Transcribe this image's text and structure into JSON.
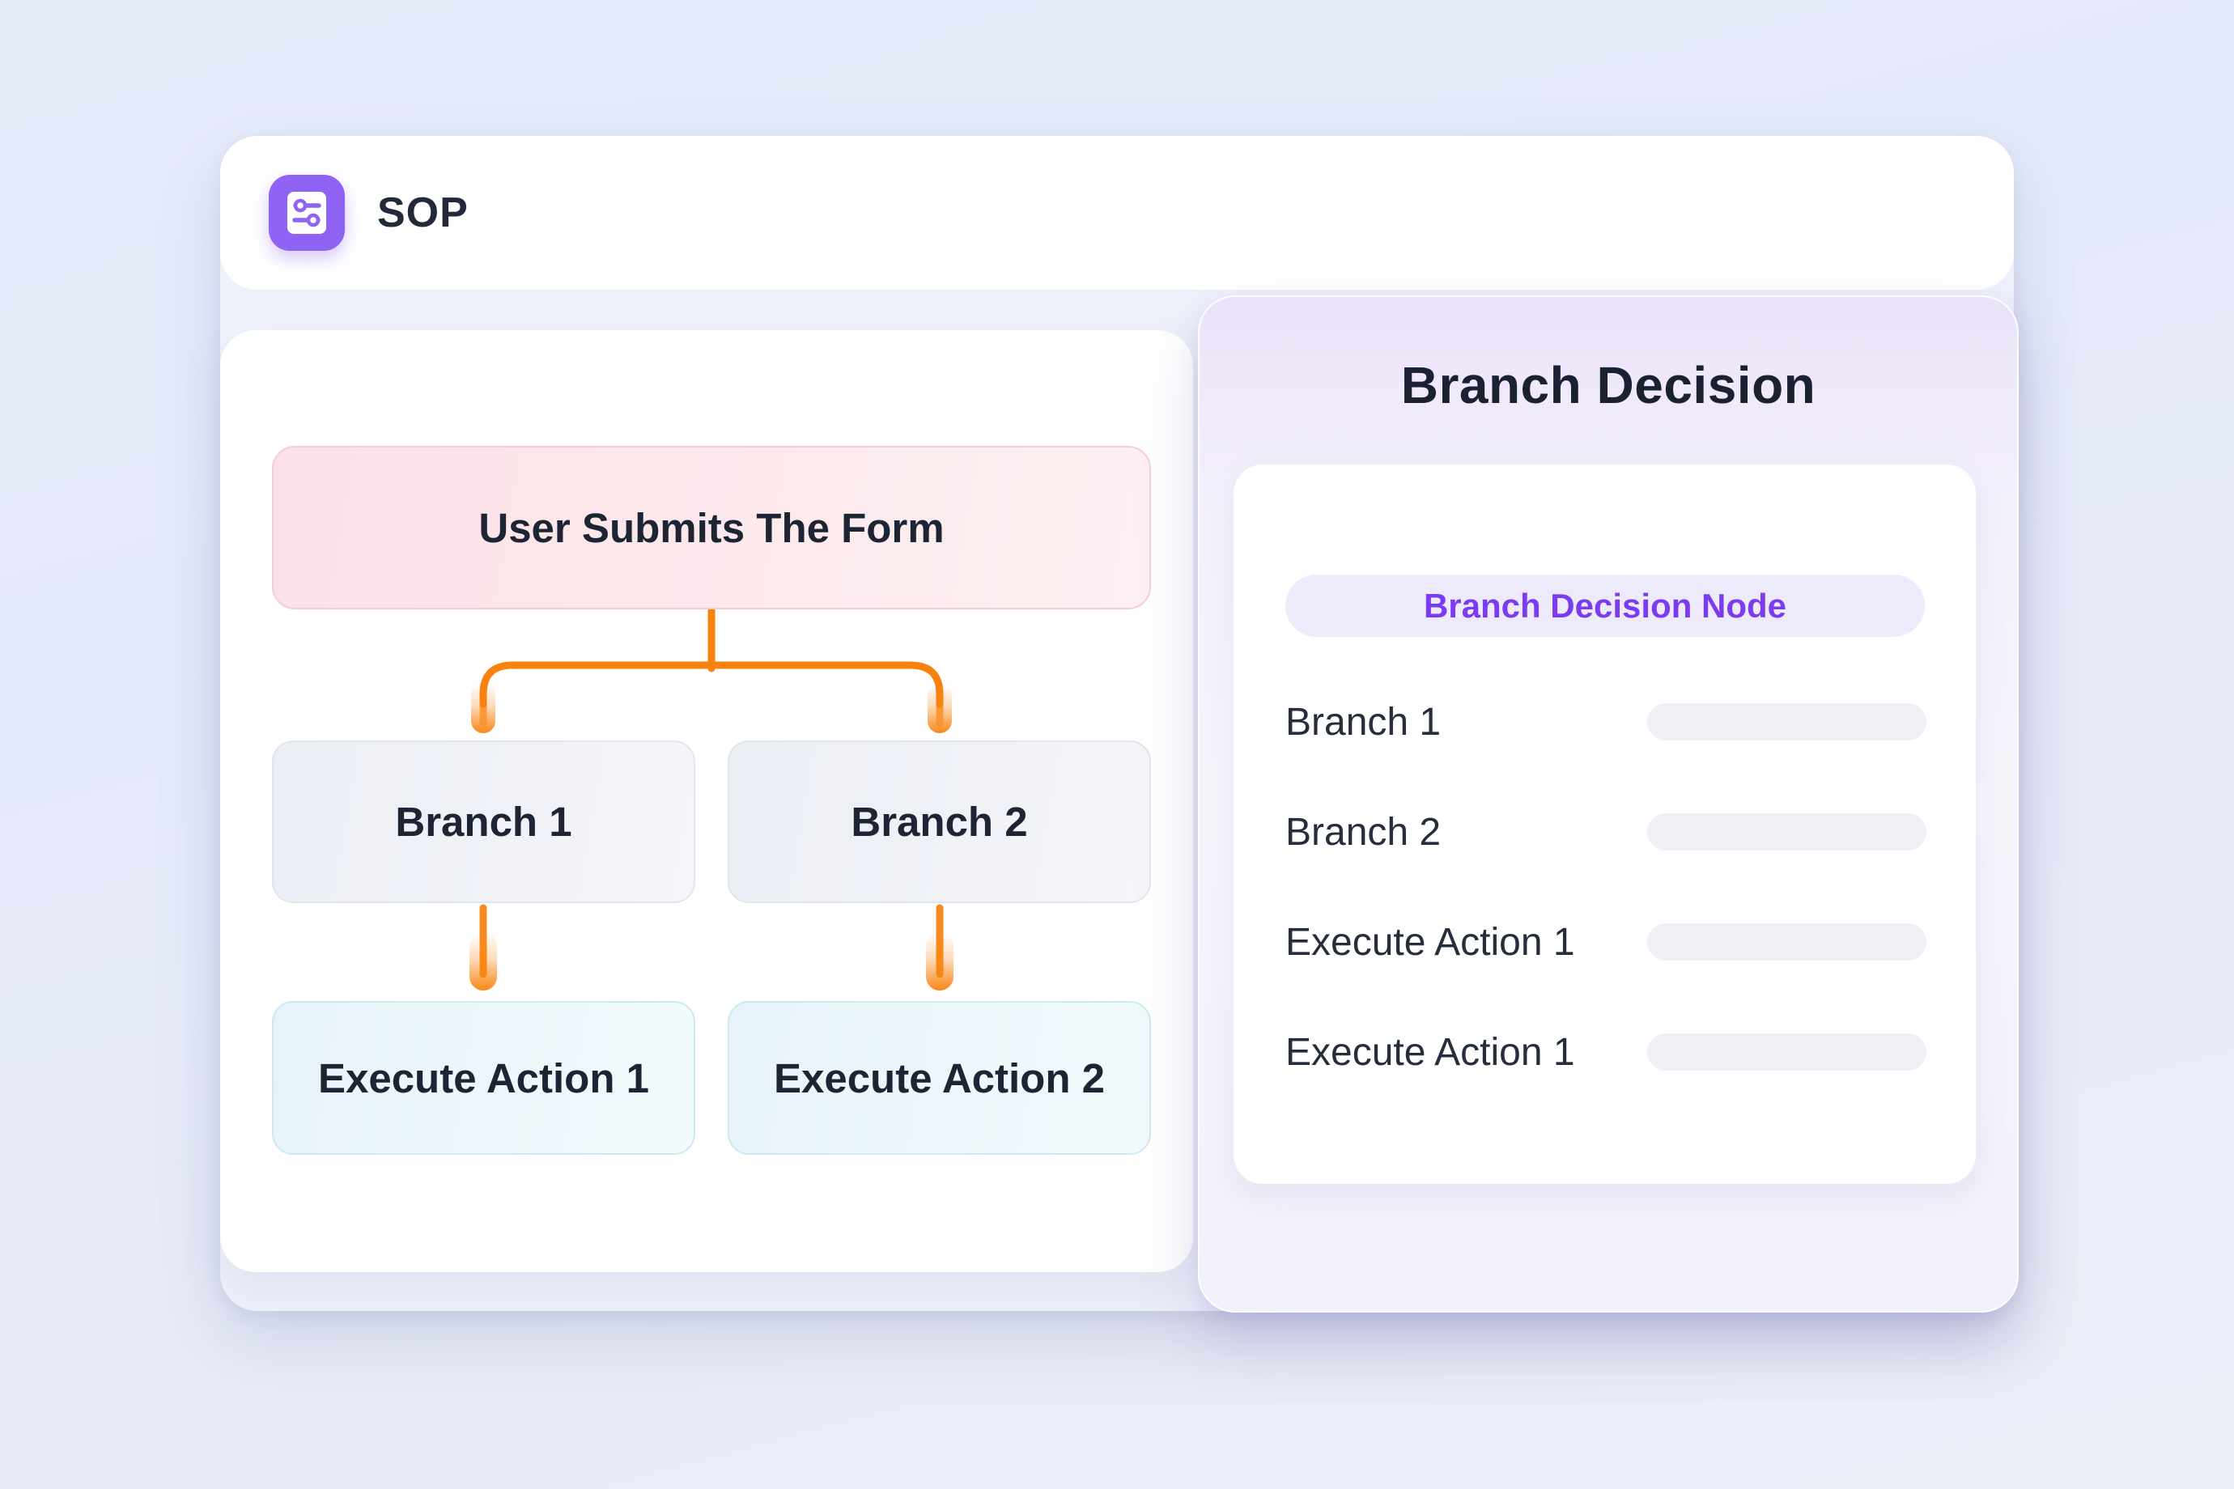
{
  "app": {
    "title": "SOP",
    "icon": "sliders-icon"
  },
  "flowchart": {
    "nodes": [
      {
        "label": "User Submits The Form",
        "type": "trigger"
      },
      {
        "label": "Branch 1",
        "type": "branch"
      },
      {
        "label": "Branch 2",
        "type": "branch"
      },
      {
        "label": "Execute Action 1",
        "type": "action"
      },
      {
        "label": "Execute Action 2",
        "type": "action"
      }
    ],
    "connector_color": "#f8820d"
  },
  "panel": {
    "title": "Branch Decision",
    "badge": "Branch Decision Node",
    "rows": [
      {
        "label": "Branch 1"
      },
      {
        "label": "Branch 2"
      },
      {
        "label": "Execute Action 1"
      },
      {
        "label": "Execute Action 1"
      }
    ]
  },
  "colors": {
    "accent_orange": "#f8820d",
    "accent_purple": "#8f63f3",
    "badge_text": "#7b3bf0",
    "badge_fill": "#edebfb",
    "trigger_fill": "#fbe5e9",
    "trigger_border": "#f4cdd6",
    "branch_fill": "#edeff5",
    "branch_border": "#e1e5ee",
    "action_fill": "#e9f4f9",
    "action_border": "#cfe7f1",
    "skeleton_fill": "#eef0f5",
    "panel_top": "#e9e2f8",
    "background": "#e7ecfb"
  }
}
